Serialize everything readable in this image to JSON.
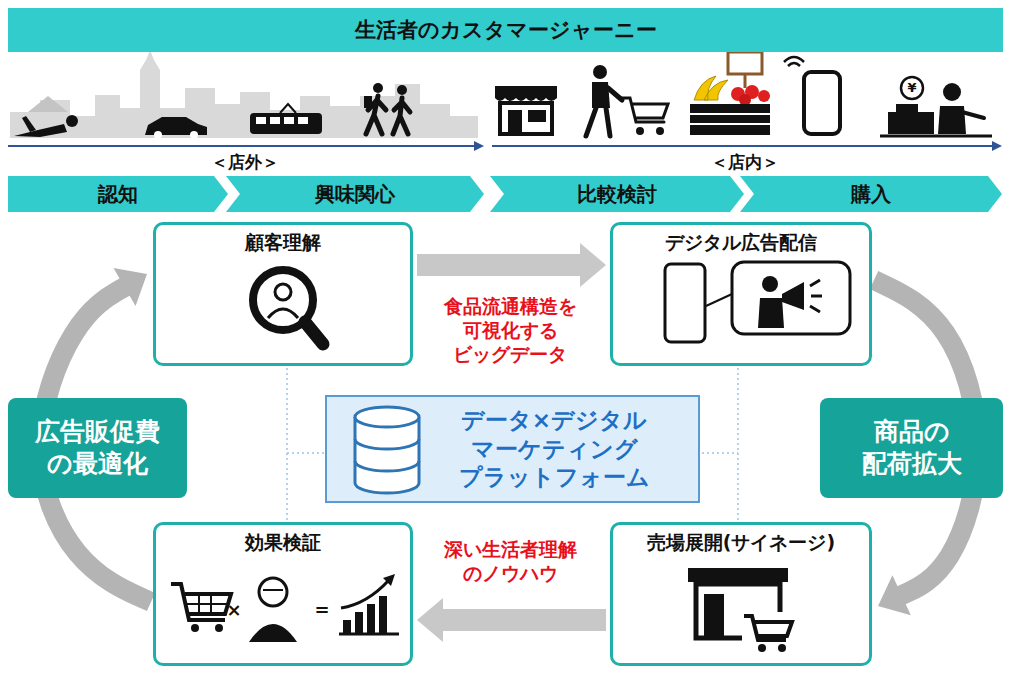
{
  "diagram": {
    "title": "生活者のカスタマージャーニー",
    "nodes": [
      {
        "text": [
          "認知"
        ]
      },
      {
        "text": [
          "興味関心"
        ]
      },
      {
        "text": [
          "比較検討"
        ]
      },
      {
        "text": [
          "購入"
        ]
      },
      {
        "text": [
          "顧客理解"
        ]
      },
      {
        "text": [
          "デジタル広告配信"
        ]
      },
      {
        "text": [
          "広告販促費 の最適化"
        ]
      },
      {
        "text": [
          "データ×デジタル マーケティング プラットフォーム"
        ]
      },
      {
        "text": [
          "商品の 配荷拡大"
        ]
      },
      {
        "text": [
          "効果検証"
        ]
      },
      {
        "text": [
          "売場展開(サイネージ)"
        ]
      }
    ],
    "edges": [
      {
        "from": 4,
        "to": 5,
        "label": "食品流通構造を 可視化する ビッグデータ",
        "arrow": "to"
      },
      {
        "from": 5,
        "to": 10,
        "arrow": "to"
      },
      {
        "from": 10,
        "to": 9,
        "label": "深い生活者理解 のノウハウ",
        "arrow": "to"
      },
      {
        "from": 9,
        "to": 4,
        "arrow": "to"
      }
    ],
    "labels": [
      "＜店外＞",
      "＜店内＞",
      "¥",
      "×",
      "="
    ]
  }
}
